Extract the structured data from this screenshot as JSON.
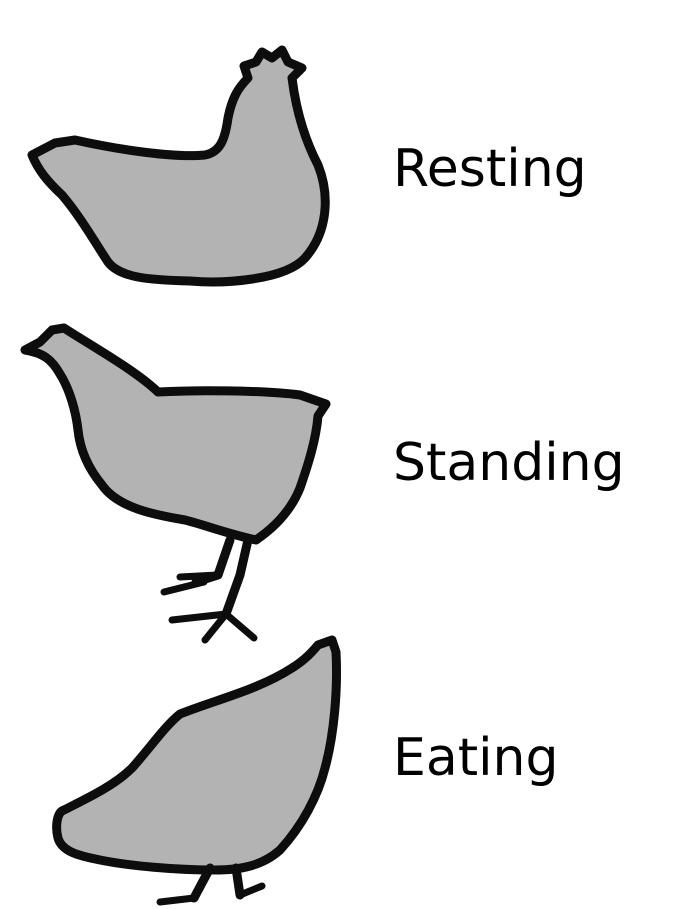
{
  "labels": {
    "resting": "Resting",
    "standing": "Standing",
    "eating": "Eating"
  },
  "icons": [
    "resting-hen-icon",
    "standing-hen-icon",
    "eating-hen-icon"
  ],
  "colors": {
    "silhouette_fill": "#b3b3b3",
    "silhouette_outline": "#0d0d0d",
    "text": "#000000",
    "background": "#ffffff"
  }
}
